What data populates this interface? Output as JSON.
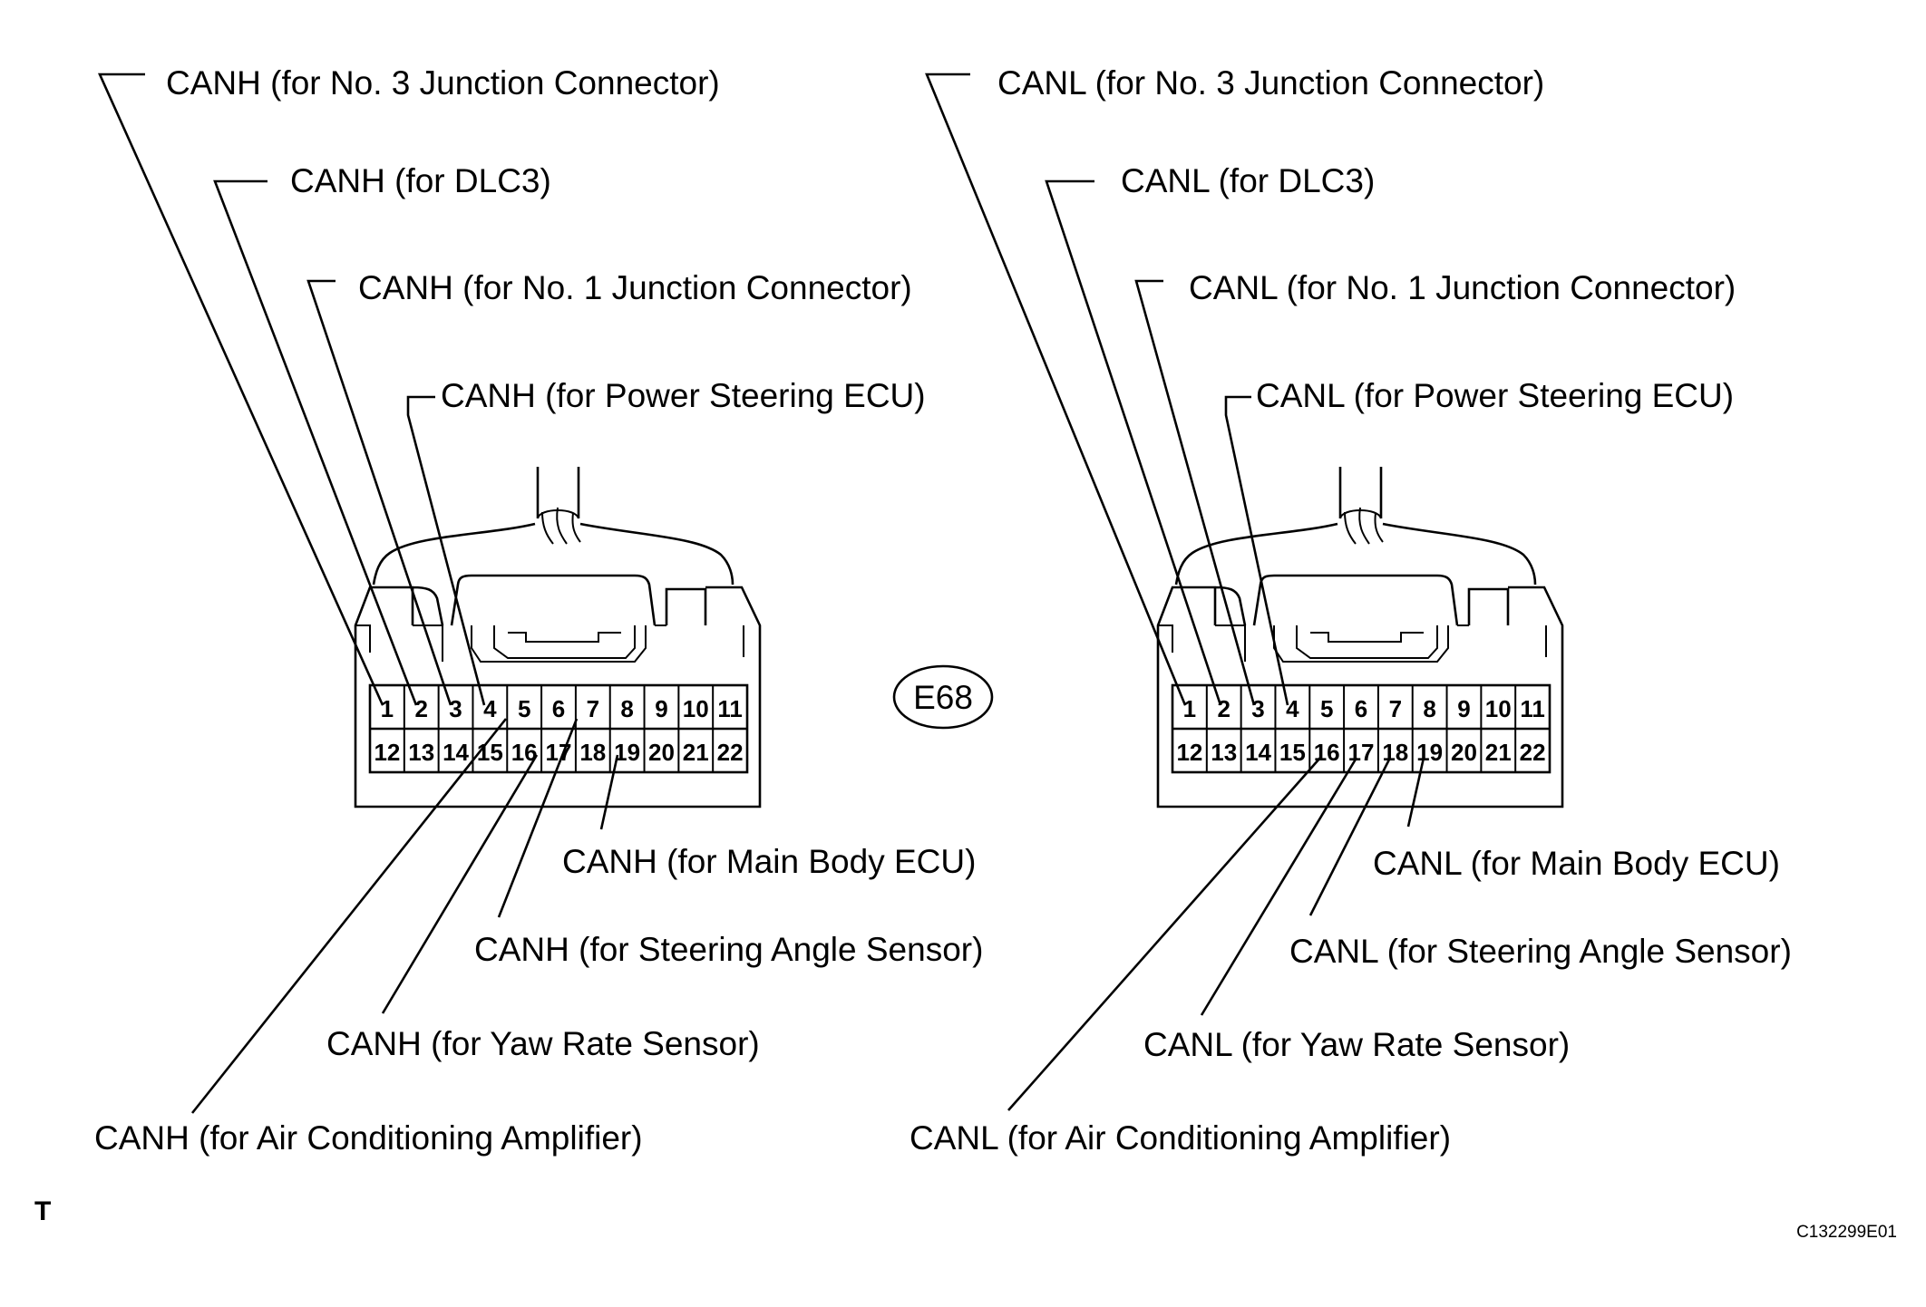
{
  "labels": {
    "canh_jc3": "CANH (for No. 3 Junction Connector)",
    "canh_dlc3": "CANH (for DLC3)",
    "canh_jc1": "CANH (for No. 1 Junction Connector)",
    "canh_psecu": "CANH (for Power Steering ECU)",
    "canh_mbecu": "CANH (for Main Body ECU)",
    "canh_sas": "CANH (for Steering Angle Sensor)",
    "canh_yrs": "CANH (for Yaw Rate Sensor)",
    "canh_aca": "CANH (for Air Conditioning Amplifier)",
    "canl_jc3": "CANL (for No. 3 Junction Connector)",
    "canl_dlc3": "CANL (for DLC3)",
    "canl_jc1": "CANL (for No. 1 Junction Connector)",
    "canl_psecu": "CANL (for Power Steering ECU)",
    "canl_mbecu": "CANL (for Main Body ECU)",
    "canl_sas": "CANL (for Steering Angle Sensor)",
    "canl_yrs": "CANL (for Yaw Rate Sensor)",
    "canl_aca": "CANL (for Air Conditioning Amplifier)"
  },
  "connector_id": "E68",
  "pins_top": [
    "1",
    "2",
    "3",
    "4",
    "5",
    "6",
    "7",
    "8",
    "9",
    "10",
    "11"
  ],
  "pins_bottom": [
    "12",
    "13",
    "14",
    "15",
    "16",
    "17",
    "18",
    "19",
    "20",
    "21",
    "22"
  ],
  "corner_mark": "T",
  "figure_code": "C132299E01"
}
